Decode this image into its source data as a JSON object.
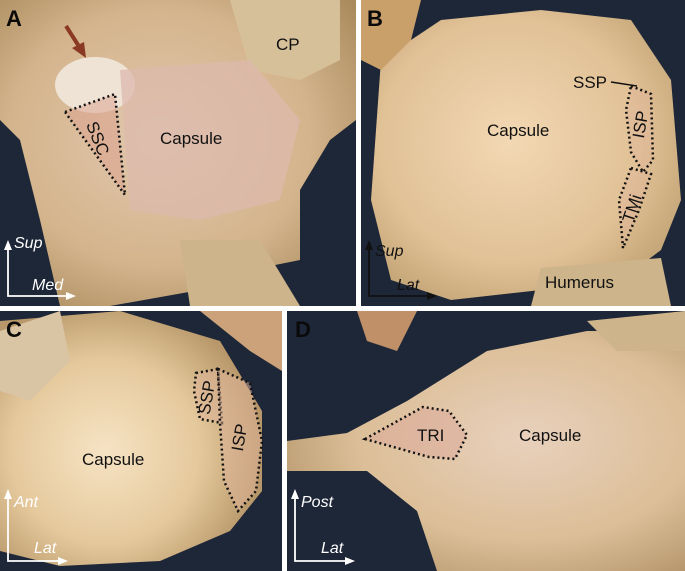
{
  "panels": {
    "a": {
      "letter": "A",
      "labels": {
        "ssc": "SSC",
        "capsule": "Capsule",
        "cp": "CP"
      },
      "axes": {
        "vertical": "Sup",
        "horizontal": "Med"
      }
    },
    "b": {
      "letter": "B",
      "labels": {
        "ssp": "SSP",
        "capsule": "Capsule",
        "isp": "ISP",
        "tmi": "TMi",
        "humerus": "Humerus"
      },
      "axes": {
        "vertical": "Sup",
        "horizontal": "Lat"
      }
    },
    "c": {
      "letter": "C",
      "labels": {
        "capsule": "Capsule",
        "ssp": "SSP",
        "isp": "ISP"
      },
      "axes": {
        "vertical": "Ant",
        "horizontal": "Lat"
      }
    },
    "d": {
      "letter": "D",
      "labels": {
        "tri": "TRI",
        "capsule": "Capsule"
      },
      "axes": {
        "vertical": "Post",
        "horizontal": "Lat"
      }
    }
  },
  "colors": {
    "tissue": "#d9b889",
    "capsule_pink": "#d8a996",
    "background": "#1b2233",
    "outline": "#111111",
    "arrow": "#8a3a22"
  }
}
